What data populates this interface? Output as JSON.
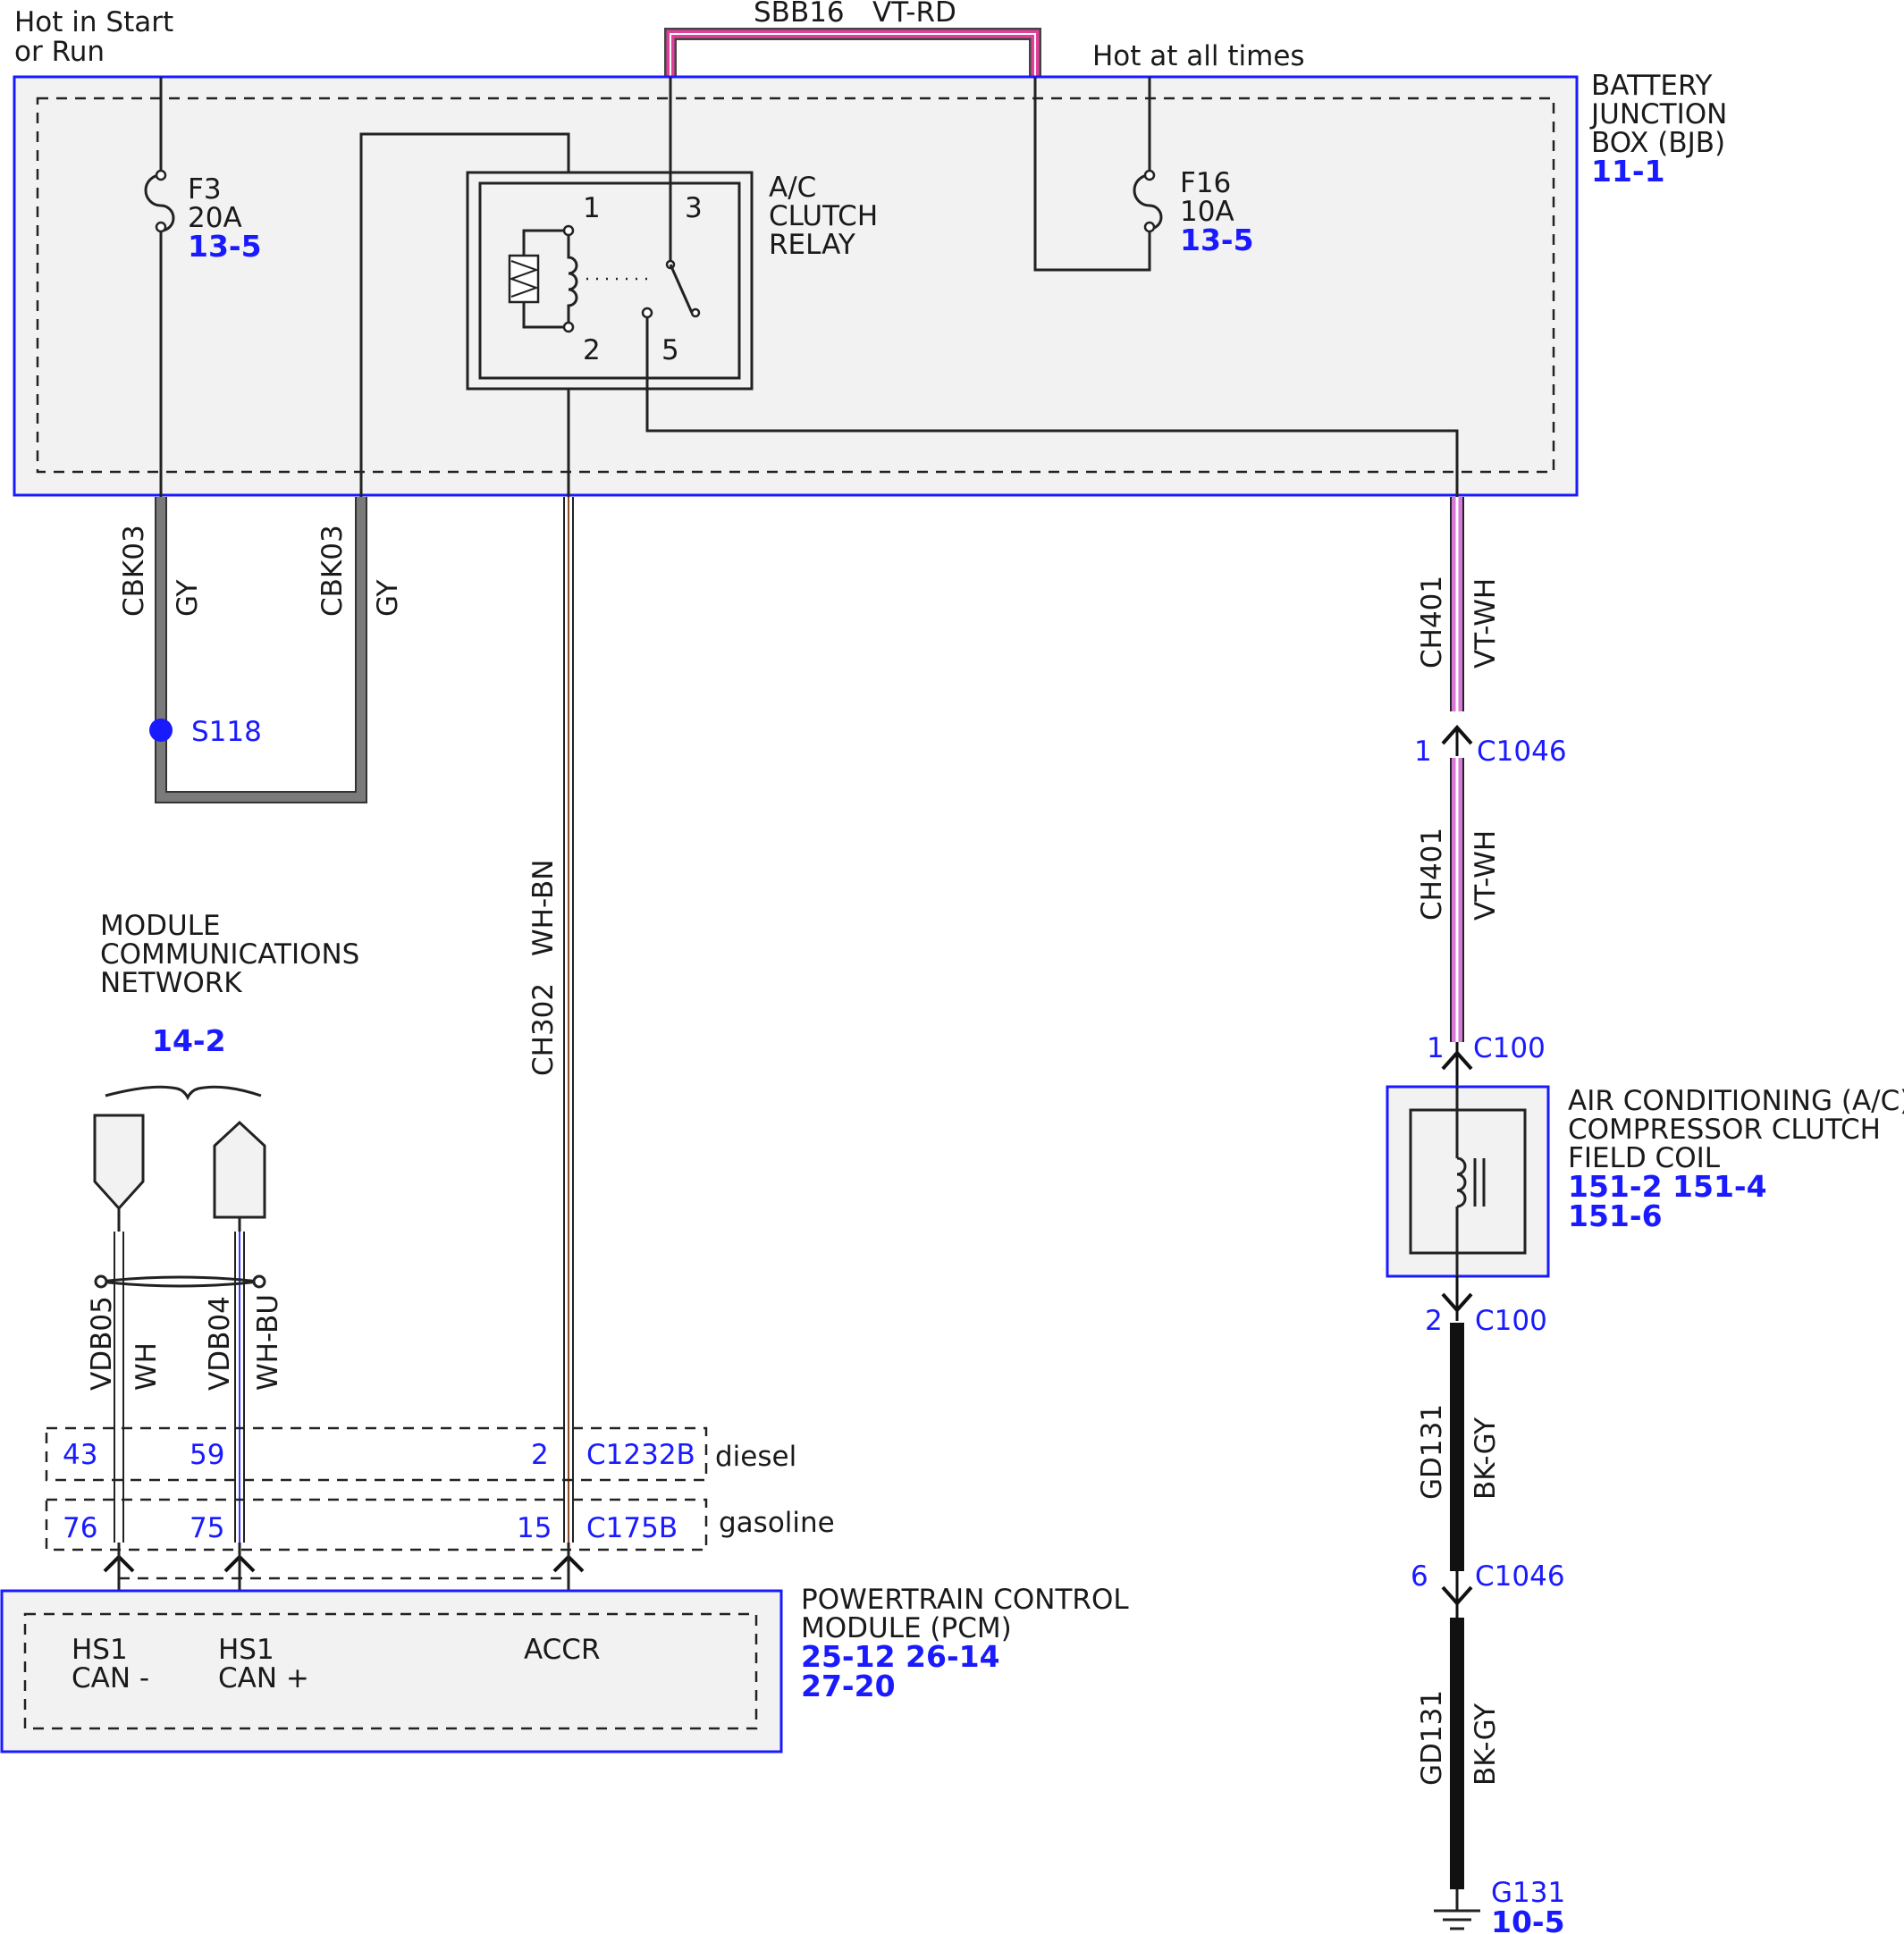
{
  "labels": {
    "hot_start_run_1": "Hot in Start",
    "hot_start_run_2": "or Run",
    "hot_all_times": "Hot at all times",
    "sbb16": "SBB16",
    "sbb16_color": "VT-RD",
    "bjb_1": "BATTERY",
    "bjb_2": "JUNCTION",
    "bjb_3": "BOX (BJB)",
    "bjb_ref": "11-1",
    "f3_name": "F3",
    "f3_amp": "20A",
    "f3_ref": "13-5",
    "f16_name": "F16",
    "f16_amp": "10A",
    "f16_ref": "13-5",
    "relay_1": "A/C",
    "relay_2": "CLUTCH",
    "relay_3": "RELAY",
    "pin1": "1",
    "pin2": "2",
    "pin3": "3",
    "pin5": "5",
    "cbk03_a": "CBK03",
    "gy_a": "GY",
    "cbk03_b": "CBK03",
    "gy_b": "GY",
    "s118": "S118",
    "ch302": "CH302",
    "wh_bn": "WH-BN",
    "ch401_a": "CH401",
    "vtwh_a": "VT-WH",
    "c1046_pin_a": "1",
    "c1046_a": "C1046",
    "ch401_b": "CH401",
    "vtwh_b": "VT-WH",
    "c100_pin_a": "1",
    "c100_a": "C100",
    "mcn_1": "MODULE",
    "mcn_2": "COMMUNICATIONS",
    "mcn_3": "NETWORK",
    "mcn_ref": "14-2",
    "vdb05": "VDB05",
    "wh": "WH",
    "vdb04": "VDB04",
    "wh_bu": "WH-BU",
    "acc_1": "AIR CONDITIONING (A/C)",
    "acc_2": "COMPRESSOR CLUTCH",
    "acc_3": "FIELD COIL",
    "acc_ref_1": "151-2 151-4",
    "acc_ref_2": "151-6",
    "c100_pin_b": "2",
    "c100_b": "C100",
    "gd131_a": "GD131",
    "bkgy_a": "BK-GY",
    "c1046_pin_b": "6",
    "c1046_b": "C1046",
    "gd131_b": "GD131",
    "bkgy_b": "BK-GY",
    "g131": "G131",
    "g131_ref": "10-5",
    "d43": "43",
    "d59": "59",
    "d2": "2",
    "c1232b": "C1232B",
    "diesel": "diesel",
    "g76": "76",
    "g75": "75",
    "g15": "15",
    "c175b": "C175B",
    "gasoline": "gasoline",
    "pcm_1": "POWERTRAIN CONTROL",
    "pcm_2": "MODULE (PCM)",
    "pcm_ref_1": "25-12 26-14",
    "pcm_ref_2": "27-20",
    "hs1_a": "HS1",
    "can_minus": "CAN -",
    "hs1_b": "HS1",
    "can_plus": "CAN +",
    "accr": "ACCR"
  },
  "colors": {
    "frame_blue": "#1a1aff",
    "reference_blue": "#1a1aff",
    "frame_fill": "#f2f2f2",
    "wire_gray": "#7a7a7a",
    "wire_violet_red": "#e0409a",
    "wire_violet_white": "#d879d8",
    "wire_white_brown": "#8b4a2b",
    "wire_white_blue": "#3a3aff",
    "wire_black_gray": "#111111"
  }
}
